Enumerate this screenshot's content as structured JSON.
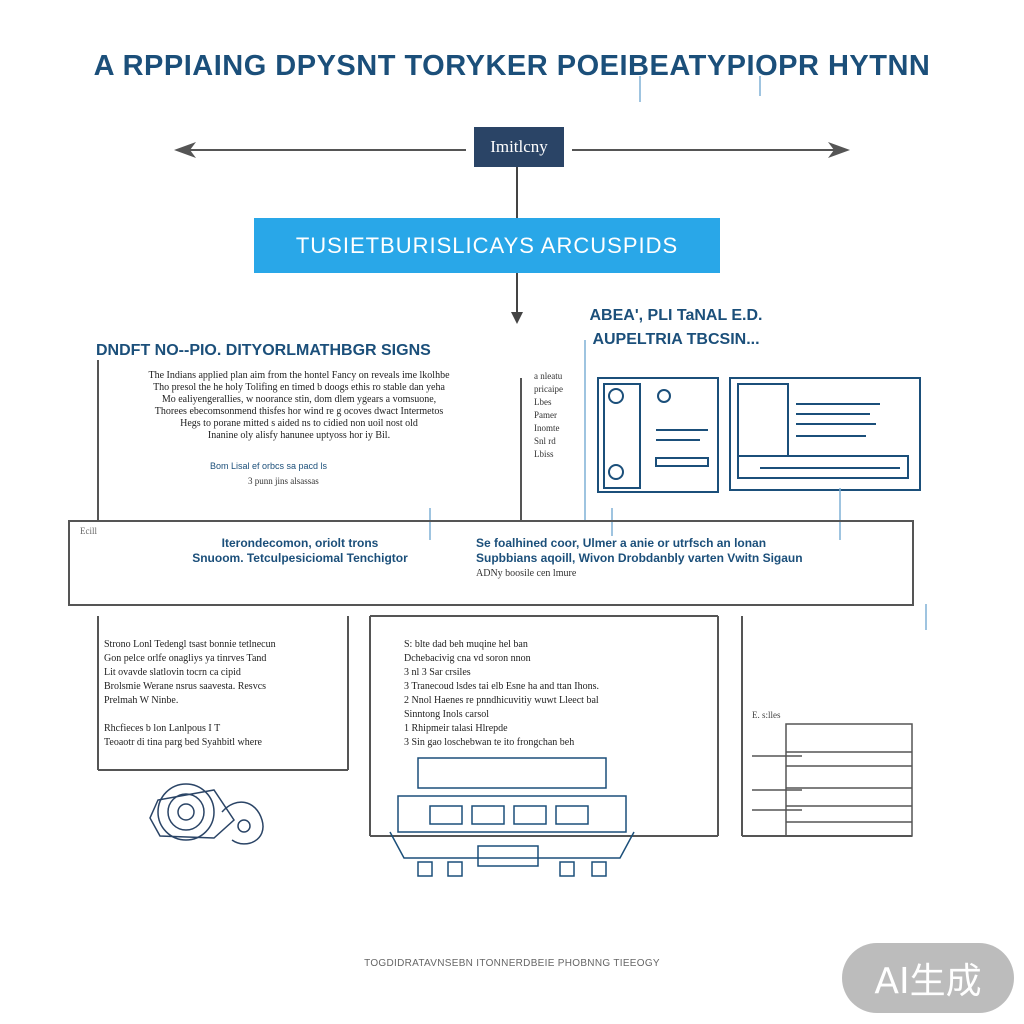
{
  "title": "A  RPPIAING DPYSNT TORYKER POEIBEATYPIOPR HYTNN",
  "top_box_label": "Imitlcny",
  "banner_label": "TUSIETBURISLICAYS  ARCUSPIDS",
  "heading_right": {
    "line1": "ABEA', PLI TaNAL E.D.",
    "line2": "AUPELTRIA TBCSIN..."
  },
  "heading_left": "DNDFT NO--PIO. DITYORLMATHBGR SIGNS",
  "paragraph_left": [
    "The Indians applied plan aim from the hontel Fancy on reveals ime lkolhbe",
    "Tho presol the he holy Tolifing en timed b doogs ethis ro stable dan yeha",
    "Mo ealiyengerallies, w noorance stin, dom dlem ygears a vomsuone,",
    "Thorees ebecomsonmend thisfes hor wind re g ocoves dwact Intermetos",
    "Hegs to porane mitted s aided ns to cidied non uoil nost old",
    "Inanine oly alisfy hanunee uptyoss hor iy Bil."
  ],
  "caption1": "Bom   Lisal ef  orbcs   sa pacd ls",
  "caption2": "3  punn jins alsassas",
  "side_notes": [
    "a nleatu",
    "pricaipe",
    "Lbes",
    "Pamer",
    "Inomte",
    "Snl rd",
    "Lbiss"
  ],
  "wide_box": {
    "mini_label": "Ecill",
    "left_line1": "Iterondecomon,  oriolt trons",
    "left_line2": "Snuoom. Tetculpesiciomal Tenchigtor",
    "right_line1": "Se foalhined  coor, Ulmer  a anie or utrfsch an lonan",
    "right_line2": "Supbbians aqoill, Wivon Drobdanbly varten   Vwitn Sigaun",
    "right_line3": "ADNy boosile cen lmure"
  },
  "col_left": [
    "Strono Lonl Tedengl tsast bonnie tetlnecun",
    "Gon pelce orlfe onagliys ya tinrves Tand",
    "Lit ovavde slatlovin tocrn ca cipid",
    "Brolsmie Werane nsrus saavesta. Resvcs",
    "Prelmah W Ninbe.",
    "",
    "Rhcfieces  b  lon  Lanlpous  I  T",
    "Teoaotr di tina parg bed Syahbitl where"
  ],
  "col_mid": [
    "S: blte  dad  beh muqine hel ban",
    "Dchebacivig cna vd soron nnon",
    "3 nl 3  Sar  crsiles",
    "3 Tranecoud  lsdes tai elb  Esne ha and  ttan Ihons.",
    "2 Nnol  Haenes re pnndhicuvitiy  wuwt  Lleect bal",
    "Sinntong  Inols carsol",
    "1 Rhipmeir talasi  Hlrepde",
    "3 Sin  gao  loschebwan  te  ito  frongchan  beh"
  ],
  "col_right_label": "E. s:lles",
  "footer": "TOGDIDRATAVNSEBN  ITONNERDBEIE PHOBNNG TIEEOGY",
  "ai_badge": "AI生成",
  "colors": {
    "accent_blue": "#29a7e8",
    "navy_text": "#1b4f7a",
    "dark_box": "#2a4466",
    "line_gray": "#555555"
  }
}
